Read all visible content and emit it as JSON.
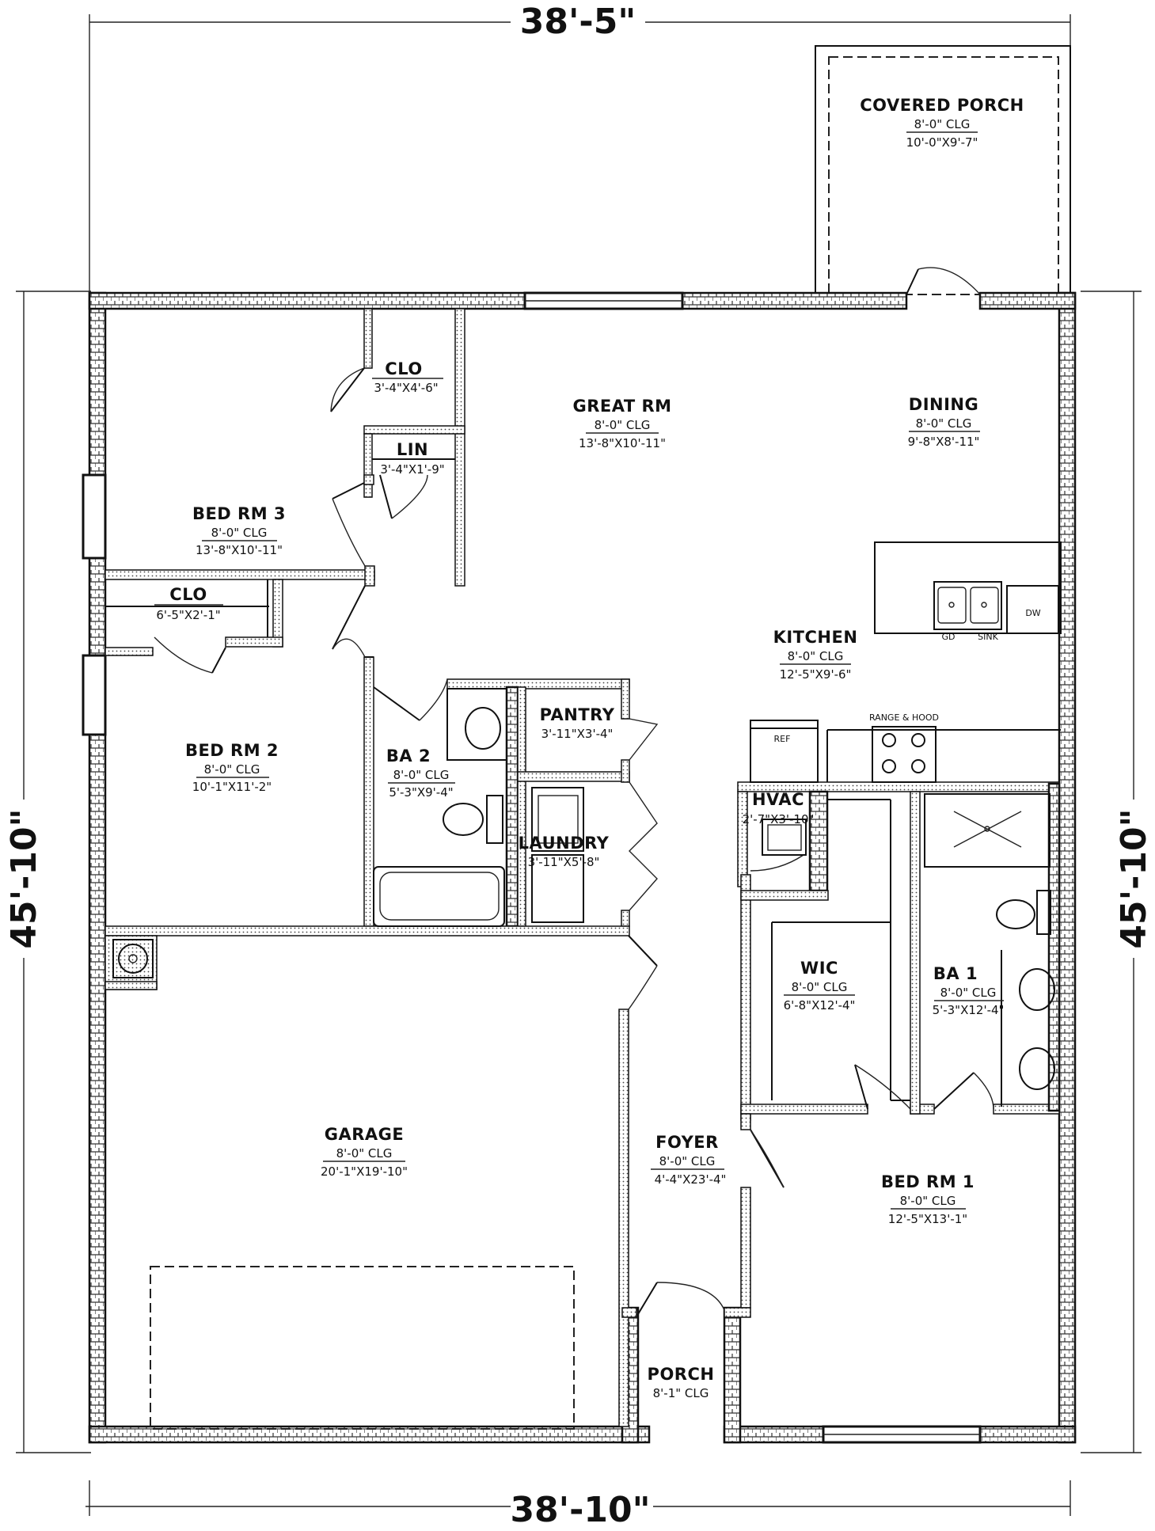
{
  "dimensions": {
    "top": "38'-5\"",
    "bottom": "38'-10\"",
    "left": "45'-10\"",
    "right": "45'-10\""
  },
  "rooms": {
    "covered_porch": {
      "name": "COVERED PORCH",
      "clg": "8'-0\" CLG",
      "size": "10'-0\"X9'-7\""
    },
    "clo_top": {
      "name": "CLO",
      "size": "3'-4\"X4'-6\""
    },
    "lin": {
      "name": "LIN",
      "size": "3'-4\"X1'-9\""
    },
    "great_rm": {
      "name": "GREAT RM",
      "clg": "8'-0\" CLG",
      "size": "13'-8\"X10'-11\""
    },
    "dining": {
      "name": "DINING",
      "clg": "8'-0\" CLG",
      "size": "9'-8\"X8'-11\""
    },
    "bed_rm_3": {
      "name": "BED RM 3",
      "clg": "8'-0\" CLG",
      "size": "13'-8\"X10'-11\""
    },
    "clo_mid": {
      "name": "CLO",
      "size": "6'-5\"X2'-1\""
    },
    "kitchen": {
      "name": "KITCHEN",
      "clg": "8'-0\" CLG",
      "size": "12'-5\"X9'-6\""
    },
    "pantry": {
      "name": "PANTRY",
      "size": "3'-11\"X3'-4\""
    },
    "bed_rm_2": {
      "name": "BED RM 2",
      "clg": "8'-0\" CLG",
      "size": "10'-1\"X11'-2\""
    },
    "ba_2": {
      "name": "BA 2",
      "clg": "8'-0\" CLG",
      "size": "5'-3\"X9'-4\""
    },
    "laundry": {
      "name": "LAUNDRY",
      "size": "3'-11\"X5'-8\""
    },
    "hvac": {
      "name": "HVAC",
      "size": "2'-7\"X3'-10\""
    },
    "wic": {
      "name": "WIC",
      "clg": "8'-0\" CLG",
      "size": "6'-8\"X12'-4\""
    },
    "ba_1": {
      "name": "BA 1",
      "clg": "8'-0\" CLG",
      "size": "5'-3\"X12'-4\""
    },
    "garage": {
      "name": "GARAGE",
      "clg": "8'-0\" CLG",
      "size": "20'-1\"X19'-10\""
    },
    "foyer": {
      "name": "FOYER",
      "clg": "8'-0\" CLG",
      "size": "4'-4\"X23'-4\""
    },
    "bed_rm_1": {
      "name": "BED RM 1",
      "clg": "8'-0\" CLG",
      "size": "12'-5\"X13'-1\""
    },
    "porch": {
      "name": "PORCH",
      "clg": "8'-1\" CLG"
    }
  },
  "fixtures": {
    "gd": "GD",
    "sink": "SINK",
    "dw": "DW",
    "ref": "REF",
    "range": "RANGE & HOOD"
  }
}
